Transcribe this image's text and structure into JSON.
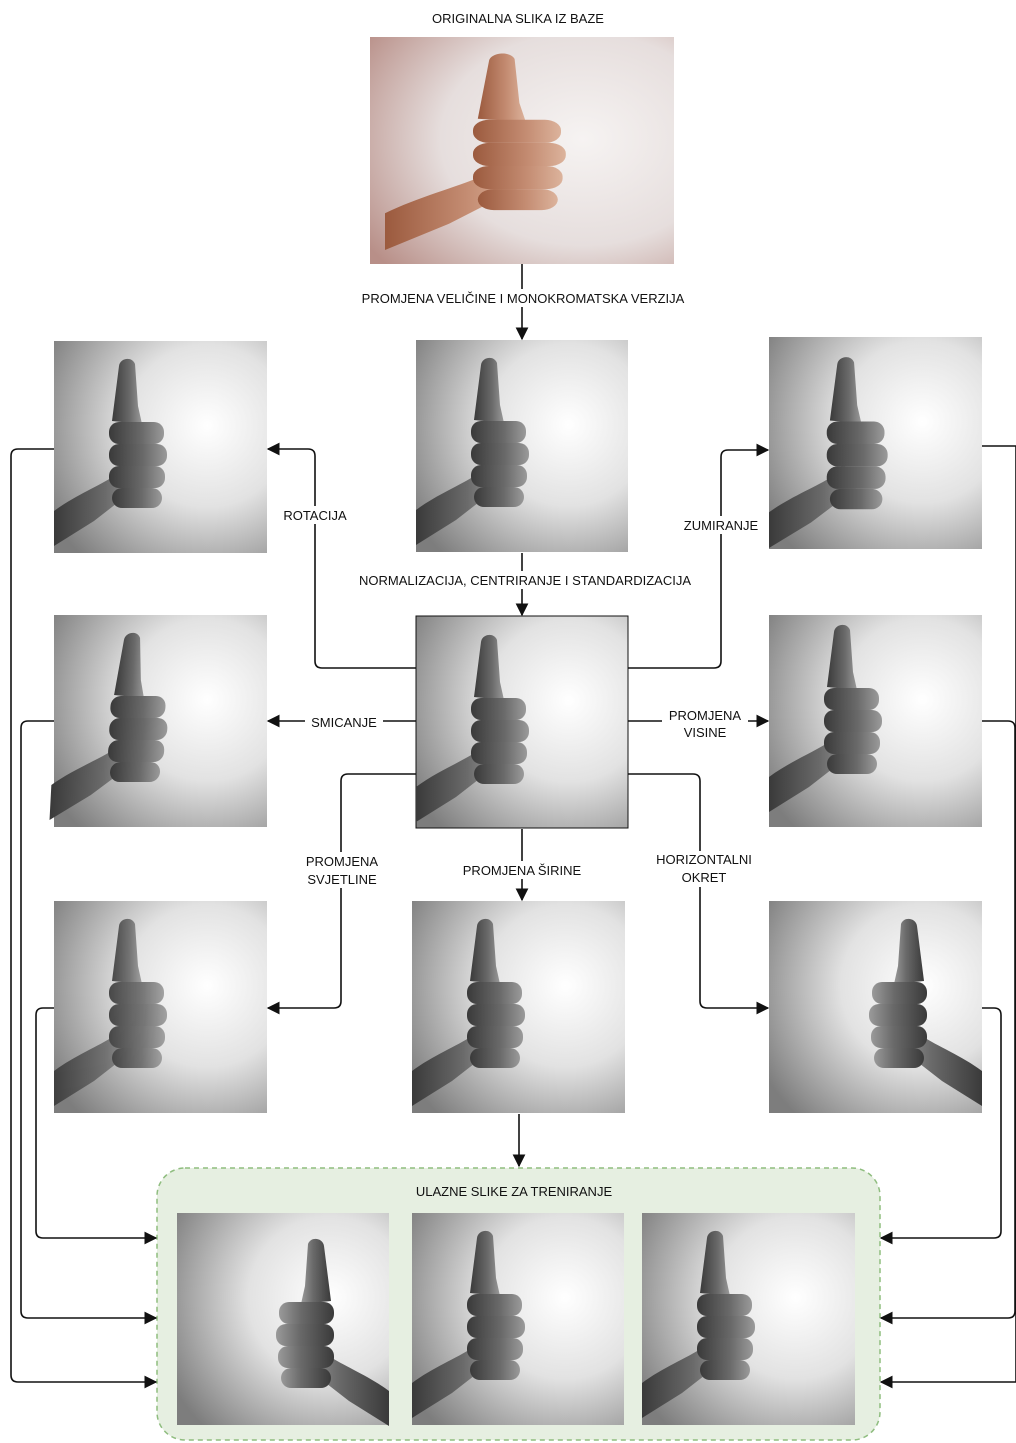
{
  "labels": {
    "original": "ORIGINALNA SLIKA IZ BAZE",
    "resize": "PROMJENA VELIČINE I MONOKROMATSKA VERZIJA",
    "rotation": "ROTACIJA",
    "zoom": "ZUMIRANJE",
    "normalization": "NORMALIZACIJA, CENTRIRANJE I STANDARDIZACIJA",
    "shear": "SMICANJE",
    "height_1": "PROMJENA",
    "height_2": "VISINE",
    "brightness_1": "PROMJENA",
    "brightness_2": "SVJETLINE",
    "width": "PROMJENA ŠIRINE",
    "flip_1": "HORIZONTALNI",
    "flip_2": "OKRET",
    "training": "ULAZNE SLIKE ZA TRENIRANJE"
  },
  "colors": {
    "training_fill": "#e6efe1",
    "training_border": "#8fbd7f",
    "skin_color": "#c48c72",
    "wall_color": "#ede7e6",
    "arrow": "#111111"
  },
  "images": {
    "original": {
      "variant": "color"
    },
    "monochrome": {
      "variant": "grayscale"
    },
    "rotated": {
      "variant": "grayscale"
    },
    "zoomed": {
      "variant": "grayscale"
    },
    "normalized": {
      "variant": "grayscale"
    },
    "sheared": {
      "variant": "grayscale"
    },
    "height_shift": {
      "variant": "grayscale"
    },
    "brightness": {
      "variant": "grayscale"
    },
    "width_shift": {
      "variant": "grayscale"
    },
    "flipped": {
      "variant": "grayscale"
    },
    "training_1": {
      "variant": "grayscale"
    },
    "training_2": {
      "variant": "grayscale"
    },
    "training_3": {
      "variant": "grayscale"
    }
  },
  "icons": {
    "arrowhead": "arrow-head-icon",
    "thumb": "thumbs-up-hand"
  }
}
